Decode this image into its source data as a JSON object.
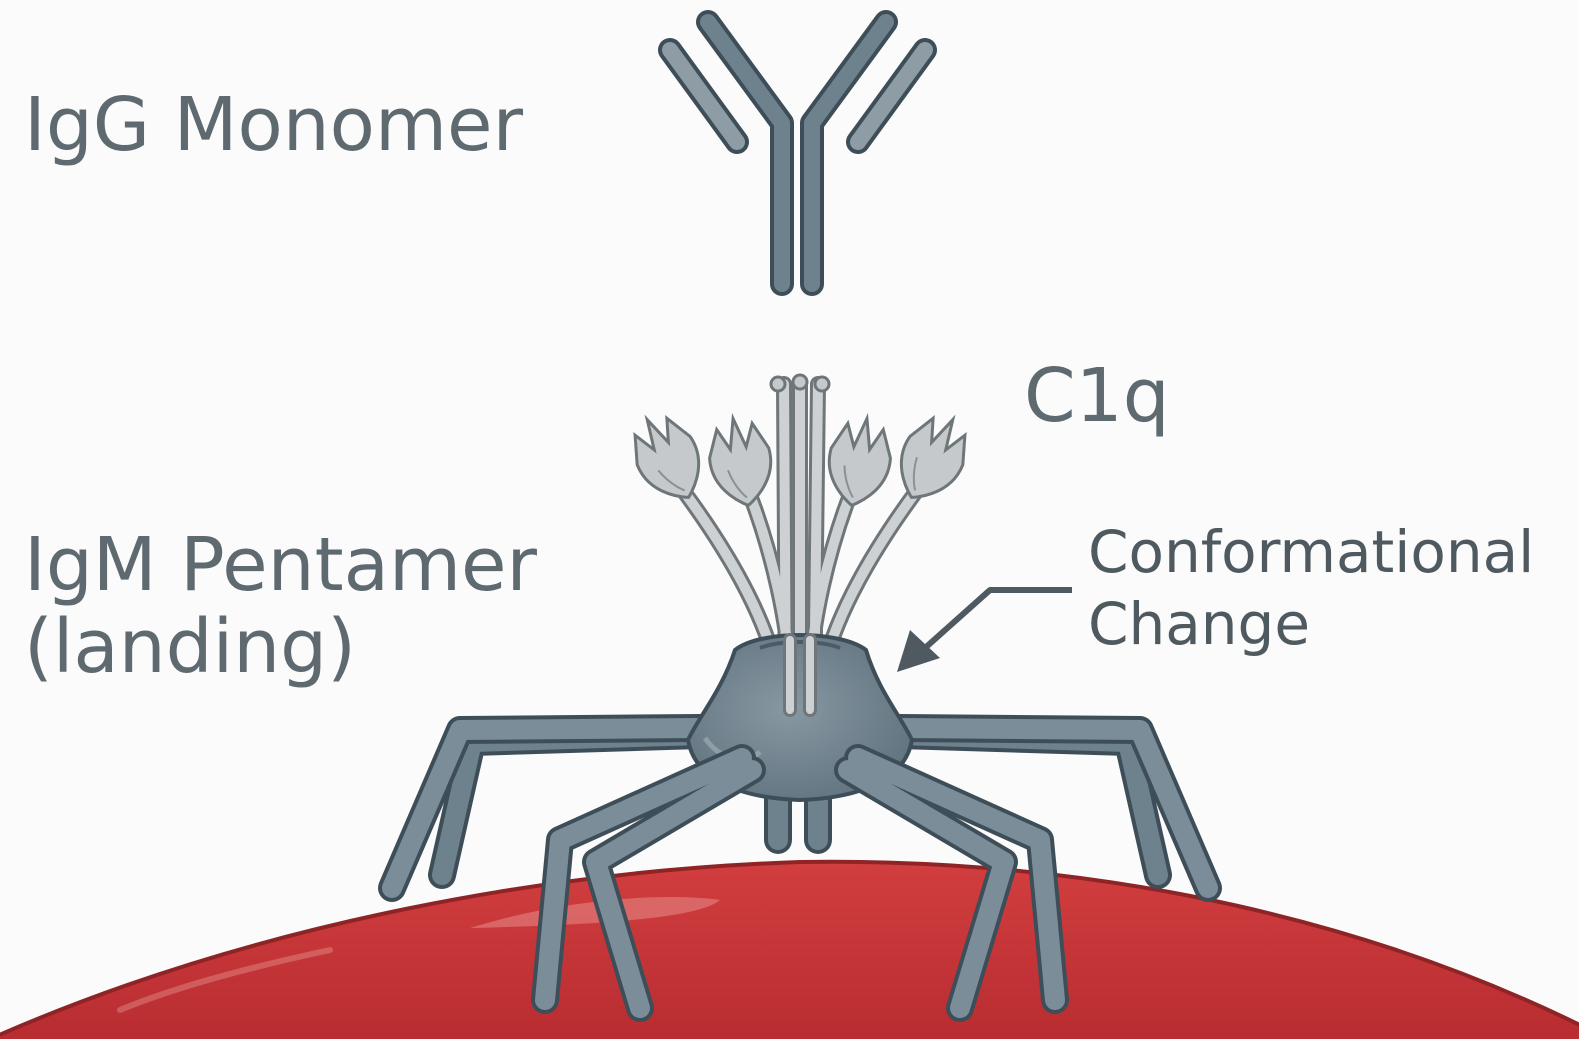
{
  "labels": {
    "igg": "IgG Monomer",
    "igm_line1": "IgM Pentamer",
    "igm_line2": "(landing)",
    "c1q": "C1q",
    "conf_line1": "Conformational",
    "conf_line2": "Change"
  },
  "colors": {
    "background": "#fbfbfb",
    "antibody": "#6e828e",
    "antibody_outline": "#3e4e58",
    "c1q": "#c5c9cb",
    "c1q_outline": "#6f7679",
    "cell": "#c8383a",
    "cell_highlight": "#e07b78",
    "label_text": "#5e6a70",
    "arrow": "#4f5a60"
  }
}
